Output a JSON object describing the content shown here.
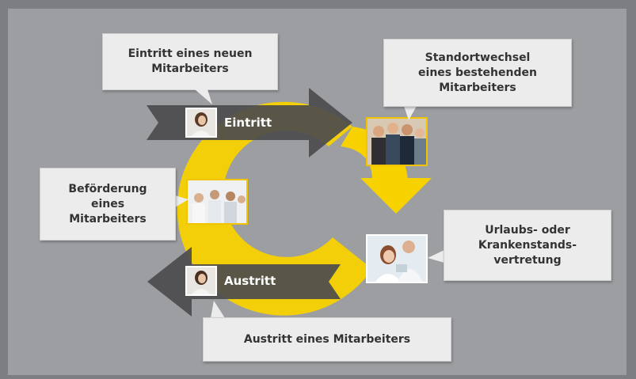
{
  "callouts": {
    "eintritt_desc": [
      "Eintritt eines neuen",
      "Mitarbeiters"
    ],
    "standort": [
      "Standortwechsel",
      "eines bestehenden",
      "Mitarbeiters"
    ],
    "befoerderung": [
      "Beförderung",
      "eines",
      "Mitarbeiters"
    ],
    "urlaub": [
      "Urlaubs- oder",
      "Krankenstands-",
      "vertretung"
    ],
    "austritt_desc": "Austritt eines Mitarbeiters"
  },
  "arrows": {
    "eintritt": "Eintritt",
    "austritt": "Austritt"
  },
  "colors": {
    "cycle": "#f7d200",
    "dark_arrow": "#4c4c4e",
    "callout_bg": "#ececec"
  },
  "icons": [
    "woman-portrait-photo",
    "group-photo",
    "team-meeting-photo",
    "doctor-nurse-photo",
    "woman-portrait-photo"
  ]
}
